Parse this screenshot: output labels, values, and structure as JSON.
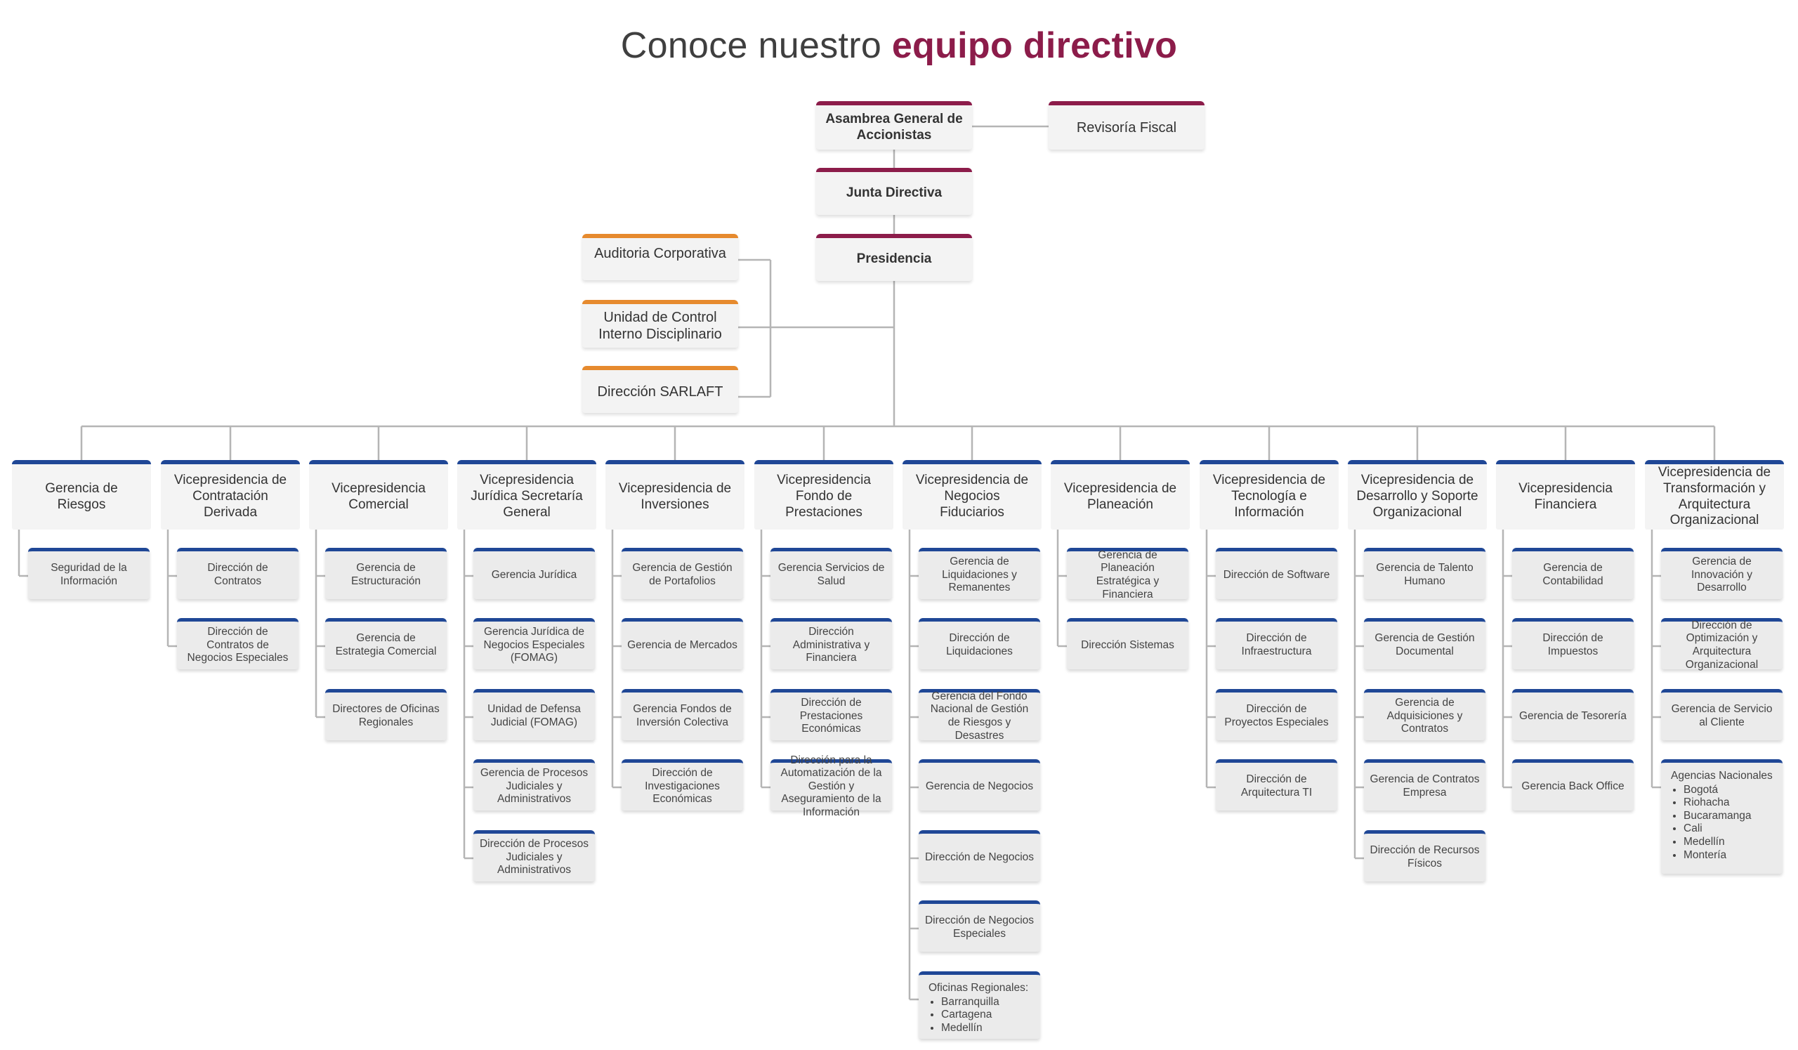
{
  "title": {
    "prefix": "Conoce nuestro ",
    "accent": "equipo directivo"
  },
  "colors": {
    "governance": "#8c1c4a",
    "staff": "#e68a2e",
    "unit": "#1f4796",
    "connector": "#b5b5b5"
  },
  "governance": {
    "asamblea": "Asambrea General de Accionistas",
    "revisoria": "Revisoría Fiscal",
    "junta": "Junta Directiva",
    "presidencia": "Presidencia"
  },
  "staff": [
    "Auditoria Corporativa",
    "Unidad de Control Interno Disciplinario",
    "Dirección SARLAFT"
  ],
  "vicepresidencias": [
    {
      "title": "Gerencia de Riesgos",
      "children": [
        "Seguridad de la Información"
      ]
    },
    {
      "title": "Vicepresidencia de Contratación Derivada",
      "children": [
        "Dirección de Contratos",
        "Dirección de Contratos de Negocios Especiales"
      ]
    },
    {
      "title": "Vicepresidencia Comercial",
      "children": [
        "Gerencia de Estructuración",
        "Gerencia de Estrategia Comercial",
        "Directores de Oficinas Regionales"
      ]
    },
    {
      "title": "Vicepresidencia Jurídica Secretaría General",
      "children": [
        "Gerencia Jurídica",
        "Gerencia Jurídica de Negocios Especiales (FOMAG)",
        "Unidad de Defensa Judicial (FOMAG)",
        "Gerencia de Procesos Judiciales y Administrativos",
        "Dirección de Procesos Judiciales y Administrativos"
      ]
    },
    {
      "title": "Vicepresidencia de Inversiones",
      "children": [
        "Gerencia de Gestión de Portafolios",
        "Gerencia de Mercados",
        "Gerencia Fondos de Inversión Colectiva",
        "Dirección de Investigaciones Económicas"
      ]
    },
    {
      "title": "Vicepresidencia Fondo de Prestaciones",
      "children": [
        "Gerencia Servicios de Salud",
        "Dirección Administrativa y Financiera",
        "Dirección de Prestaciones Económicas",
        "Dirección para la Automatización de la Gestión y Aseguramiento de la Información"
      ]
    },
    {
      "title": "Vicepresidencia de Negocios Fiduciarios",
      "children": [
        "Gerencia de Liquidaciones y Remanentes",
        "Dirección de Liquidaciones",
        "Gerencia del Fondo Nacional de Gestión de Riesgos y Desastres",
        "Gerencia de Negocios",
        "Dirección de Negocios",
        "Dirección de Negocios Especiales",
        {
          "heading": "Oficinas Regionales:",
          "items": [
            "Barranquilla",
            "Cartagena",
            "Medellín"
          ]
        }
      ]
    },
    {
      "title": "Vicepresidencia de Planeación",
      "children": [
        "Gerencia de Planeación Estratégica y Financiera",
        "Dirección Sistemas"
      ]
    },
    {
      "title": "Vicepresidencia de Tecnología e Información",
      "children": [
        "Dirección de Software",
        "Dirección de Infraestructura",
        "Dirección de Proyectos Especiales",
        "Dirección de Arquitectura TI"
      ]
    },
    {
      "title": "Vicepresidencia de Desarrollo y Soporte Organizacional",
      "children": [
        "Gerencia de Talento Humano",
        "Gerencia de Gestión Documental",
        "Gerencia de Adquisiciones y Contratos",
        "Gerencia de Contratos Empresa",
        "Dirección de Recursos Físicos"
      ]
    },
    {
      "title": "Vicepresidencia Financiera",
      "children": [
        "Gerencia de Contabilidad",
        "Dirección de Impuestos",
        "Gerencia de Tesorería",
        "Gerencia Back Office"
      ]
    },
    {
      "title": "Vicepresidencia de Transformación y Arquitectura Organizacional",
      "children": [
        "Gerencia de Innovación y Desarrollo",
        "Dirección de Optimización y Arquitectura Organizacional",
        "Gerencia de Servicio al Cliente",
        {
          "heading": "Agencias Nacionales",
          "items": [
            "Bogotá",
            "Riohacha",
            "Bucaramanga",
            "Cali",
            "Medellín",
            "Montería"
          ]
        }
      ]
    }
  ]
}
